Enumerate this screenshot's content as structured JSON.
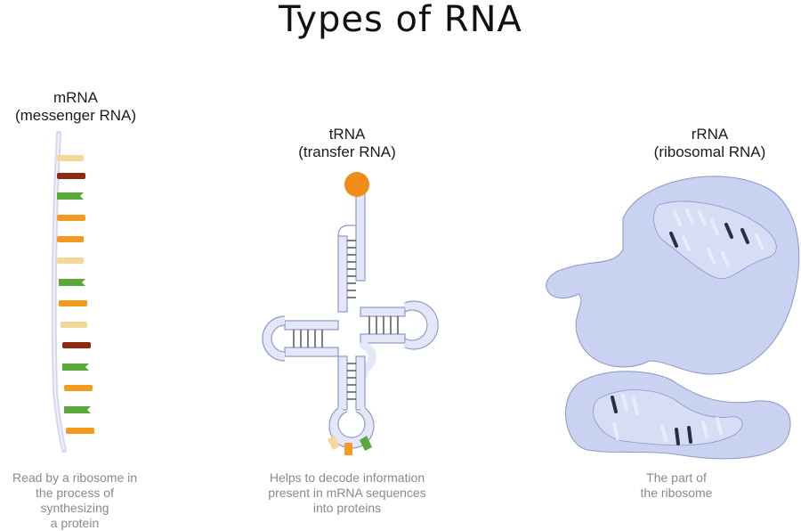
{
  "title": "Types of RNA",
  "mrna": {
    "label_line1": "mRNA",
    "label_line2": "(messenger RNA)",
    "desc_line1": "Read by a ribosome in",
    "desc_line2": "the process of synthesizing",
    "desc_line3": "a protein"
  },
  "trna": {
    "label_line1": "tRNA",
    "label_line2": "(transfer RNA)",
    "desc_line1": "Helps to decode information",
    "desc_line2": "present in mRNA sequences",
    "desc_line3": "into proteins"
  },
  "rrna": {
    "label_line1": "rRNA",
    "label_line2": "(ribosomal RNA)",
    "desc_line1": "The part of",
    "desc_line2": "the ribosome"
  },
  "colors": {
    "backbone": "#d8dcf2",
    "ribosome": "#c9d2f0",
    "orange": "#f39a1f",
    "green": "#5aa83a",
    "light": "#f4d79a",
    "red": "#8e2a12",
    "head": "#f08c1a"
  }
}
